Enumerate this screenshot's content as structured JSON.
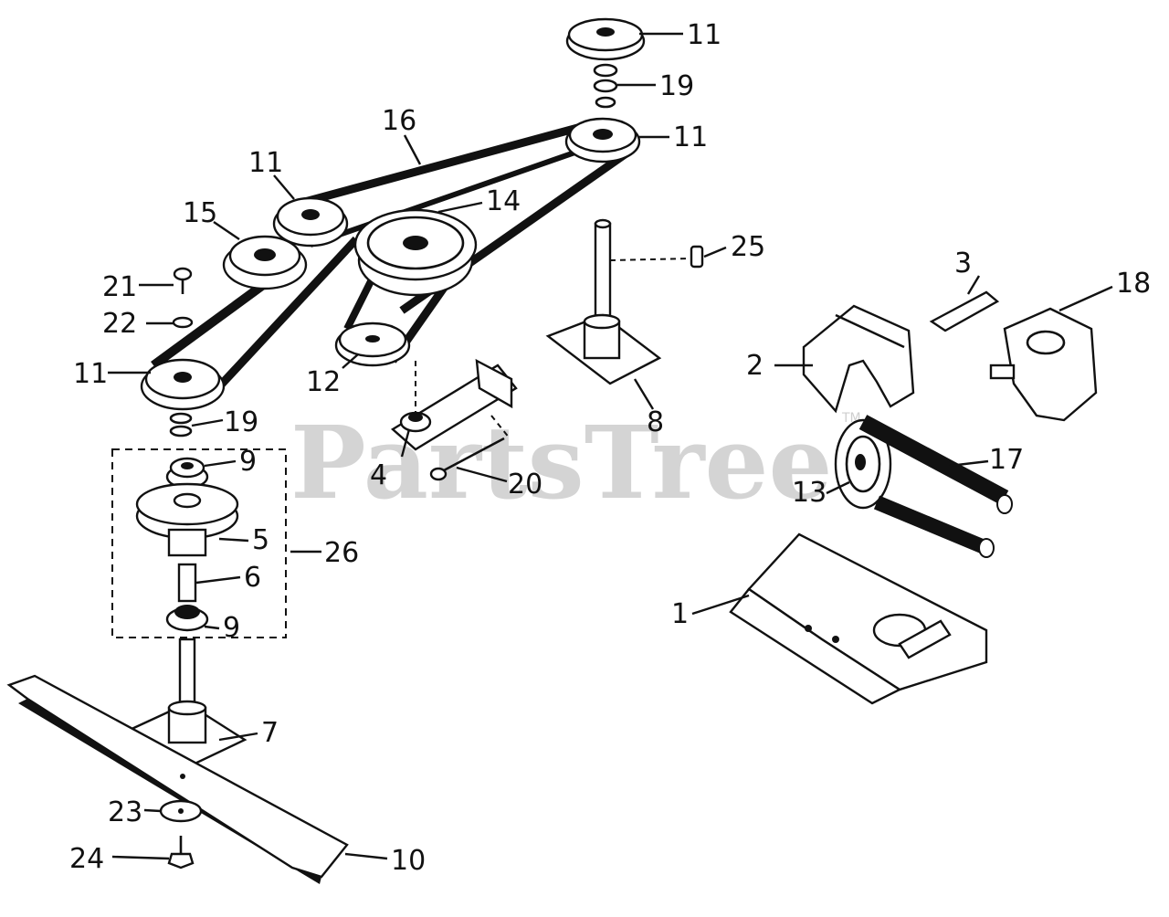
{
  "watermark": {
    "text": "PartsTree",
    "tm": "TM"
  },
  "callouts": [
    {
      "id": "c11a",
      "text": "11"
    },
    {
      "id": "c19a",
      "text": "19"
    },
    {
      "id": "c11b",
      "text": "11"
    },
    {
      "id": "c16",
      "text": "16"
    },
    {
      "id": "c11c",
      "text": "11"
    },
    {
      "id": "c14",
      "text": "14"
    },
    {
      "id": "c15",
      "text": "15"
    },
    {
      "id": "c25",
      "text": "25"
    },
    {
      "id": "c3",
      "text": "3"
    },
    {
      "id": "c18",
      "text": "18"
    },
    {
      "id": "c21",
      "text": "21"
    },
    {
      "id": "c22",
      "text": "22"
    },
    {
      "id": "c2",
      "text": "2"
    },
    {
      "id": "c11d",
      "text": "11"
    },
    {
      "id": "c12",
      "text": "12"
    },
    {
      "id": "c8",
      "text": "8"
    },
    {
      "id": "c19b",
      "text": "19"
    },
    {
      "id": "c9a",
      "text": "9"
    },
    {
      "id": "c4",
      "text": "4"
    },
    {
      "id": "c20",
      "text": "20"
    },
    {
      "id": "c17",
      "text": "17"
    },
    {
      "id": "c13",
      "text": "13"
    },
    {
      "id": "c5",
      "text": "5"
    },
    {
      "id": "c26",
      "text": "26"
    },
    {
      "id": "c6",
      "text": "6"
    },
    {
      "id": "c1",
      "text": "1"
    },
    {
      "id": "c9b",
      "text": "9"
    },
    {
      "id": "c7",
      "text": "7"
    },
    {
      "id": "c23",
      "text": "23"
    },
    {
      "id": "c24",
      "text": "24"
    },
    {
      "id": "c10",
      "text": "10"
    }
  ]
}
